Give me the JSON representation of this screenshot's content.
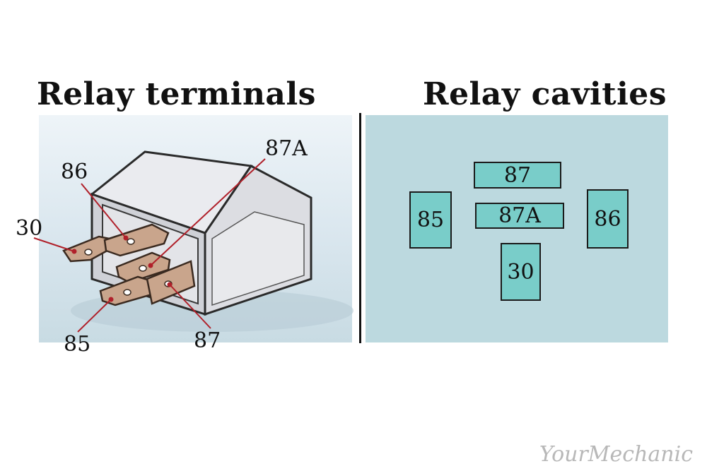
{
  "headings": {
    "left": "Relay terminals",
    "right": "Relay cavities"
  },
  "terminals": {
    "t30": "30",
    "t86": "86",
    "t87a": "87A",
    "t85": "85",
    "t87": "87"
  },
  "cavities": {
    "c87": "87",
    "c87a": "87A",
    "c85": "85",
    "c86": "86",
    "c30": "30"
  },
  "brand": "YourMechanic",
  "colors": {
    "cavity_fill": "#79cdc9",
    "panel_right": "#bcd9df",
    "leader_line": "#b0202a",
    "terminal_blade": "#c9a58c"
  }
}
